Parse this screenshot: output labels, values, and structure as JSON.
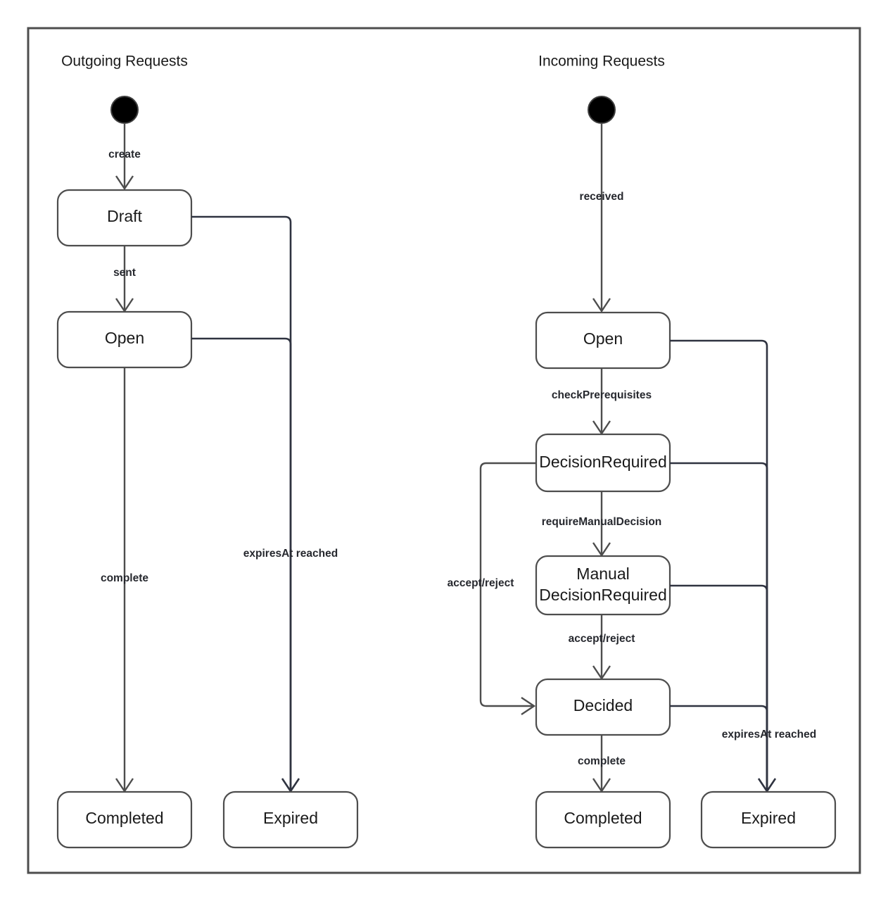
{
  "diagram": {
    "type": "uml-state-diagram",
    "background_color": "#ffffff",
    "frame_color": "#4d4d4d",
    "node_stroke_color": "#4d4d4d",
    "edge_color": "#4d4d4d",
    "edge_color_dark": "#2f3340",
    "label_color": "#26282e",
    "regions": [
      {
        "id": "outgoing",
        "title": "Outgoing Requests",
        "states": [
          {
            "id": "og-draft",
            "label": "Draft"
          },
          {
            "id": "og-open",
            "label": "Open"
          },
          {
            "id": "og-completed",
            "label": "Completed"
          },
          {
            "id": "og-expired",
            "label": "Expired"
          }
        ],
        "transitions": [
          {
            "from": "start",
            "to": "og-draft",
            "label": "create"
          },
          {
            "from": "og-draft",
            "to": "og-open",
            "label": "sent"
          },
          {
            "from": "og-open",
            "to": "og-completed",
            "label": "complete"
          },
          {
            "from": "og-draft",
            "to": "og-expired",
            "label": "expiresAt reached"
          },
          {
            "from": "og-open",
            "to": "og-expired",
            "label": "expiresAt reached"
          }
        ]
      },
      {
        "id": "incoming",
        "title": "Incoming Requests",
        "states": [
          {
            "id": "ic-open",
            "label": "Open"
          },
          {
            "id": "ic-decision-required",
            "label": "DecisionRequired"
          },
          {
            "id": "ic-manual-decision-required",
            "label": "Manual\nDecisionRequired"
          },
          {
            "id": "ic-manual-line1",
            "label": "Manual"
          },
          {
            "id": "ic-manual-line2",
            "label": "DecisionRequired"
          },
          {
            "id": "ic-decided",
            "label": "Decided"
          },
          {
            "id": "ic-completed",
            "label": "Completed"
          },
          {
            "id": "ic-expired",
            "label": "Expired"
          }
        ],
        "transitions": [
          {
            "from": "start",
            "to": "ic-open",
            "label": "received"
          },
          {
            "from": "ic-open",
            "to": "ic-decision-required",
            "label": "checkPrerequisites"
          },
          {
            "from": "ic-decision-required",
            "to": "ic-manual-decision-required",
            "label": "requireManualDecision"
          },
          {
            "from": "ic-decision-required",
            "to": "ic-decided",
            "label": "accept/reject"
          },
          {
            "from": "ic-manual-decision-required",
            "to": "ic-decided",
            "label": "accept/reject"
          },
          {
            "from": "ic-decided",
            "to": "ic-completed",
            "label": "complete"
          },
          {
            "from": "ic-open",
            "to": "ic-expired",
            "label": "expiresAt reached"
          },
          {
            "from": "ic-decision-required",
            "to": "ic-expired",
            "label": "expiresAt reached"
          },
          {
            "from": "ic-manual-decision-required",
            "to": "ic-expired",
            "label": "expiresAt reached"
          },
          {
            "from": "ic-decided",
            "to": "ic-expired",
            "label": "expiresAt reached"
          }
        ]
      }
    ],
    "labels": {
      "create": "create",
      "sent": "sent",
      "complete": "complete",
      "expires_at_reached": "expiresAt reached",
      "received": "received",
      "check_prerequisites": "checkPrerequisites",
      "require_manual_decision": "requireManualDecision",
      "accept_reject": "accept/reject"
    }
  }
}
